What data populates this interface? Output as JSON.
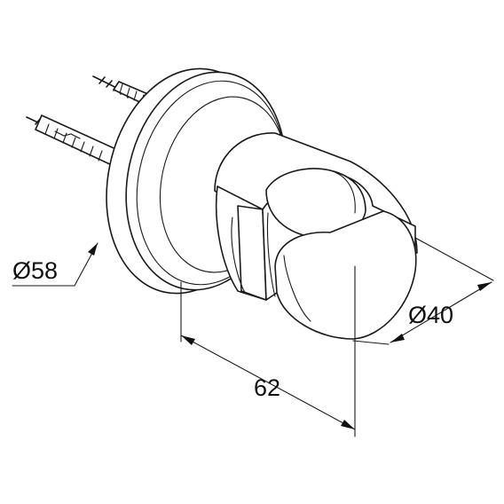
{
  "dimensions": {
    "rosette_diameter": "Ø58",
    "holder_diameter": "Ø40",
    "projection_depth": "62"
  }
}
